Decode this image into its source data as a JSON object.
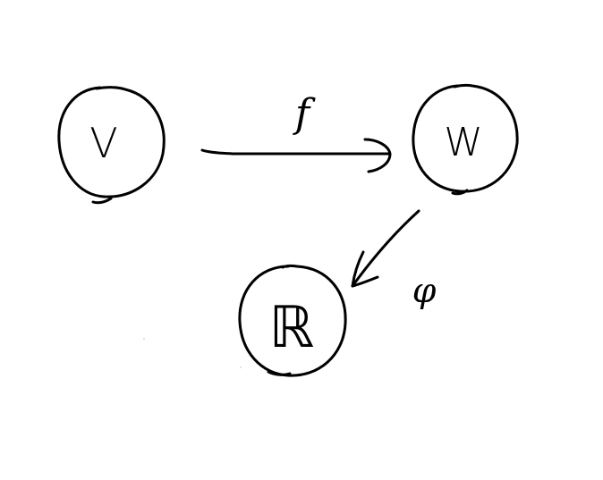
{
  "diagram": {
    "nodes": [
      {
        "id": "V",
        "label": "V"
      },
      {
        "id": "W",
        "label": "W"
      },
      {
        "id": "R",
        "label": "ℝ"
      }
    ],
    "edges": [
      {
        "from": "V",
        "to": "W",
        "label": "f"
      },
      {
        "from": "W",
        "to": "R",
        "label": "φ"
      }
    ],
    "stroke_color": "#000000",
    "background_color": "#ffffff"
  }
}
